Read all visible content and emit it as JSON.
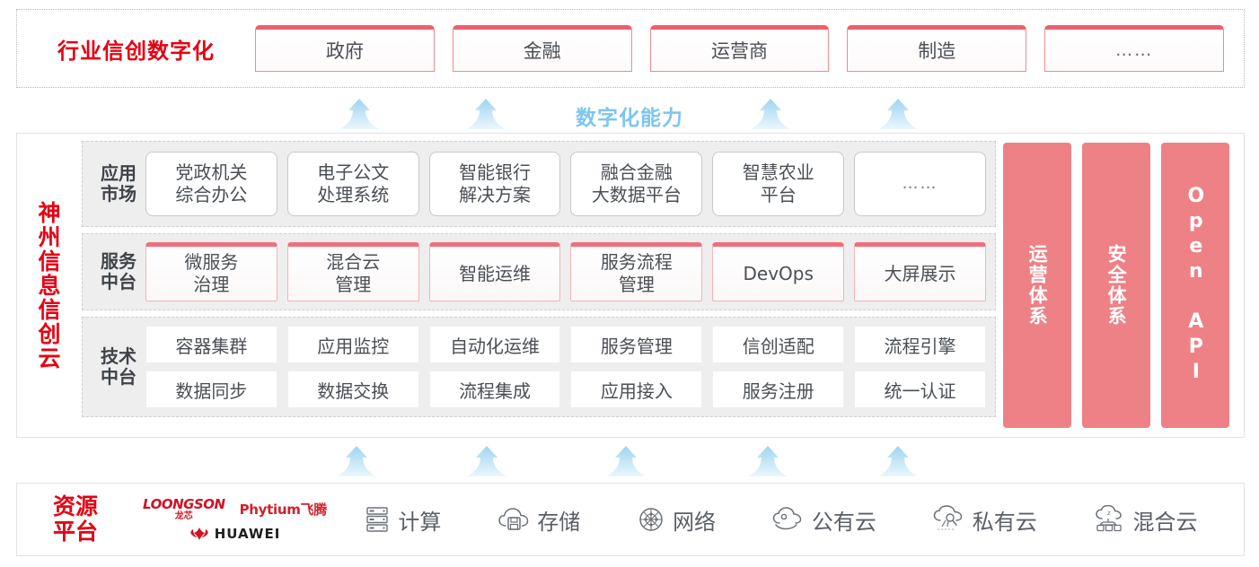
{
  "industry": {
    "title": "行业信创数字化",
    "boxes": [
      {
        "label": "政府"
      },
      {
        "label": "金融"
      },
      {
        "label": "运营商"
      },
      {
        "label": "制造"
      },
      {
        "label": "……"
      }
    ]
  },
  "capability_label": "数字化能力",
  "cloud": {
    "title_chars": [
      "神",
      "州",
      "信",
      "息",
      "信",
      "创",
      "云"
    ],
    "layers": [
      {
        "name": "应用\n市场",
        "name_line1": "应用",
        "name_line2": "市场",
        "cells": [
          {
            "line1": "党政机关",
            "line2": "综合办公"
          },
          {
            "line1": "电子公文",
            "line2": "处理系统"
          },
          {
            "line1": "智能银行",
            "line2": "解决方案"
          },
          {
            "line1": "融合金融",
            "line2": "大数据平台"
          },
          {
            "line1": "智慧农业",
            "line2": "平台"
          },
          {
            "line1": "……",
            "line2": ""
          }
        ]
      },
      {
        "name_line1": "服务",
        "name_line2": "中台",
        "cells": [
          {
            "line1": "微服务",
            "line2": "治理"
          },
          {
            "line1": "混合云",
            "line2": "管理"
          },
          {
            "line1": "智能运维",
            "line2": ""
          },
          {
            "line1": "服务流程",
            "line2": "管理"
          },
          {
            "line1": "DevOps",
            "line2": ""
          },
          {
            "line1": "大屏展示",
            "line2": ""
          }
        ]
      },
      {
        "name_line1": "技术",
        "name_line2": "中台",
        "row1": [
          "容器集群",
          "应用监控",
          "自动化运维",
          "服务管理",
          "信创适配",
          "流程引擎"
        ],
        "row2": [
          "数据同步",
          "数据交换",
          "流程集成",
          "应用接入",
          "服务注册",
          "统一认证"
        ]
      }
    ],
    "side_panels": [
      {
        "label": "运营体系",
        "type": "cn"
      },
      {
        "label": "安全体系",
        "type": "cn"
      },
      {
        "label": "Open API",
        "type": "en"
      }
    ]
  },
  "resource": {
    "title_line1": "资源",
    "title_line2": "平台",
    "vendors": [
      {
        "name": "LOONGSON",
        "sub": "龙芯"
      },
      {
        "name": "Phytium飞腾"
      },
      {
        "name": "HUAWEI"
      }
    ],
    "items": [
      {
        "label": "计算",
        "icon": "server-rack-icon"
      },
      {
        "label": "存储",
        "icon": "cloud-storage-icon"
      },
      {
        "label": "网络",
        "icon": "network-icon"
      },
      {
        "label": "公有云",
        "icon": "public-cloud-icon"
      },
      {
        "label": "私有云",
        "icon": "private-cloud-icon"
      },
      {
        "label": "混合云",
        "icon": "hybrid-cloud-icon"
      }
    ]
  },
  "colors": {
    "brand_red": "#e60012",
    "accent_pink": "#ee8186",
    "box_pink_border": "#ef5f6b",
    "arrow_blue": "#aedcf5",
    "capability_blue": "#7ec5ef"
  }
}
